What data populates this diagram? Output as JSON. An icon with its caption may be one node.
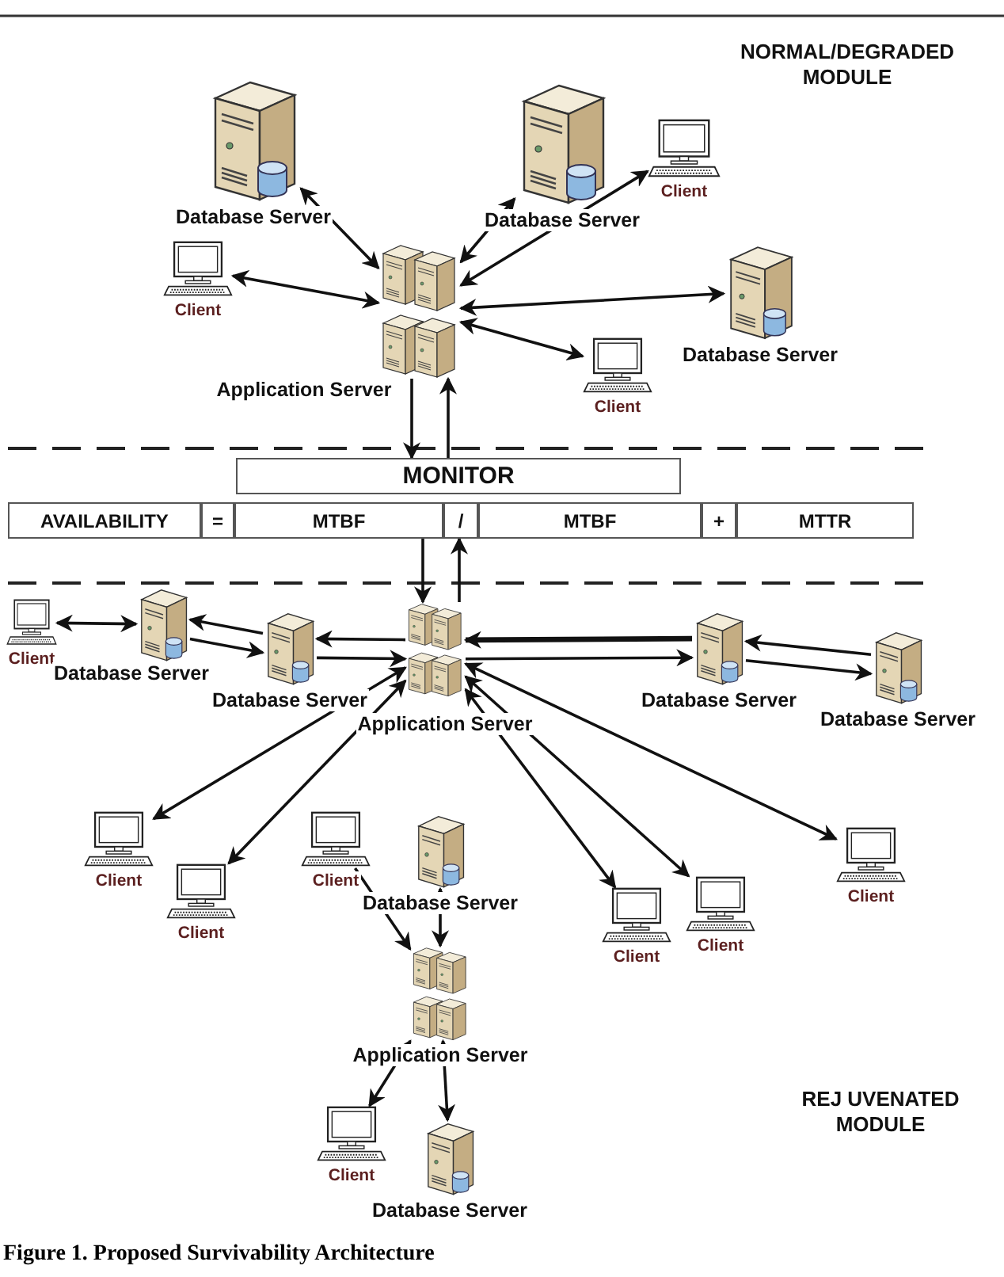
{
  "diagram": {
    "caption": "Figure 1. Proposed Survivability Architecture",
    "nodes": [
      {
        "text": [],
        "shape": "server",
        "beside": [
          "Database Server"
        ]
      },
      {
        "text": [],
        "shape": "server",
        "beside": [
          "Database Server"
        ]
      },
      {
        "text": [],
        "shape": "computer",
        "beside": [
          "Client"
        ]
      },
      {
        "text": [],
        "shape": "computer",
        "beside": [
          "Client"
        ]
      },
      {
        "text": [],
        "shape": "server",
        "beside": [
          "Application Server"
        ]
      },
      {
        "text": [],
        "shape": "server",
        "beside": [
          "Database Server"
        ]
      },
      {
        "text": [],
        "shape": "computer",
        "beside": [
          "Client"
        ]
      },
      {
        "text": [
          "MONITOR"
        ]
      },
      {
        "text": [
          "AVAILABILITY"
        ]
      },
      {
        "text": [
          "="
        ]
      },
      {
        "text": [
          "MTBF"
        ]
      },
      {
        "text": [
          "/"
        ]
      },
      {
        "text": [
          "MTBF"
        ]
      },
      {
        "text": [
          "+"
        ]
      },
      {
        "text": [
          "MTTR"
        ]
      },
      {
        "text": [],
        "shape": "computer",
        "beside": [
          "Client"
        ]
      },
      {
        "text": [],
        "shape": "server",
        "beside": [
          "Database Server"
        ]
      },
      {
        "text": [],
        "shape": "server",
        "beside": [
          "Database Server"
        ]
      },
      {
        "text": [],
        "shape": "server",
        "beside": [
          "Application Server"
        ]
      },
      {
        "text": [],
        "shape": "server",
        "beside": [
          "Database Server"
        ]
      },
      {
        "text": [],
        "shape": "server",
        "beside": [
          "Database Server"
        ]
      },
      {
        "text": [],
        "shape": "computer",
        "beside": [
          "Client"
        ]
      },
      {
        "text": [],
        "shape": "computer",
        "beside": [
          "Client"
        ]
      },
      {
        "text": [],
        "shape": "computer",
        "beside": [
          "Client"
        ]
      },
      {
        "text": [],
        "shape": "server",
        "beside": [
          "Database Server"
        ]
      },
      {
        "text": [],
        "shape": "computer",
        "beside": [
          "Client"
        ]
      },
      {
        "text": [],
        "shape": "computer",
        "beside": [
          "Client"
        ]
      },
      {
        "text": [],
        "shape": "computer",
        "beside": [
          "Client"
        ]
      },
      {
        "text": [],
        "shape": "server",
        "beside": [
          "Application Server"
        ]
      },
      {
        "text": [],
        "shape": "computer",
        "beside": [
          "Client"
        ]
      },
      {
        "text": [],
        "shape": "server",
        "beside": [
          "Database Server"
        ]
      }
    ],
    "edges": [
      {
        "from": 0,
        "to": 4,
        "arrow": "both"
      },
      {
        "from": 1,
        "to": 4,
        "arrow": "both"
      },
      {
        "from": 4,
        "to": 2,
        "arrow": "both"
      },
      {
        "from": 3,
        "to": 4,
        "arrow": "both"
      },
      {
        "from": 4,
        "to": 5,
        "arrow": "both"
      },
      {
        "from": 4,
        "to": 6,
        "arrow": "both"
      },
      {
        "from": 4,
        "to": 7,
        "arrow": "to"
      },
      {
        "from": 7,
        "to": 4,
        "arrow": "to"
      },
      {
        "from": 10,
        "to": 18,
        "arrow": "to"
      },
      {
        "from": 18,
        "to": 11,
        "arrow": "to"
      },
      {
        "from": 15,
        "to": 16,
        "arrow": "both"
      },
      {
        "from": 17,
        "to": 16,
        "arrow": "to"
      },
      {
        "from": 16,
        "to": 17,
        "arrow": "to"
      },
      {
        "from": 18,
        "to": 17,
        "arrow": "to"
      },
      {
        "from": 17,
        "to": 18,
        "arrow": "to"
      },
      {
        "from": 19,
        "to": 18,
        "arrow": "to",
        "style": "thick"
      },
      {
        "from": 18,
        "to": 19,
        "arrow": "to"
      },
      {
        "from": 20,
        "to": 19,
        "arrow": "to"
      },
      {
        "from": 19,
        "to": 20,
        "arrow": "to"
      },
      {
        "from": 18,
        "to": 21,
        "arrow": "both"
      },
      {
        "from": 18,
        "to": 22,
        "arrow": "both"
      },
      {
        "from": 18,
        "to": 25,
        "arrow": "both"
      },
      {
        "from": 18,
        "to": 26,
        "arrow": "both"
      },
      {
        "from": 18,
        "to": 27,
        "arrow": "both"
      },
      {
        "from": 23,
        "to": 28,
        "arrow": "to"
      },
      {
        "from": 24,
        "to": 28,
        "arrow": "both"
      },
      {
        "from": 28,
        "to": 29,
        "arrow": "both"
      },
      {
        "from": 28,
        "to": 30,
        "arrow": "both"
      }
    ],
    "labels": [
      "NORMAL/DEGRADED MODULE",
      "REJ UVENATED MODULE"
    ]
  }
}
